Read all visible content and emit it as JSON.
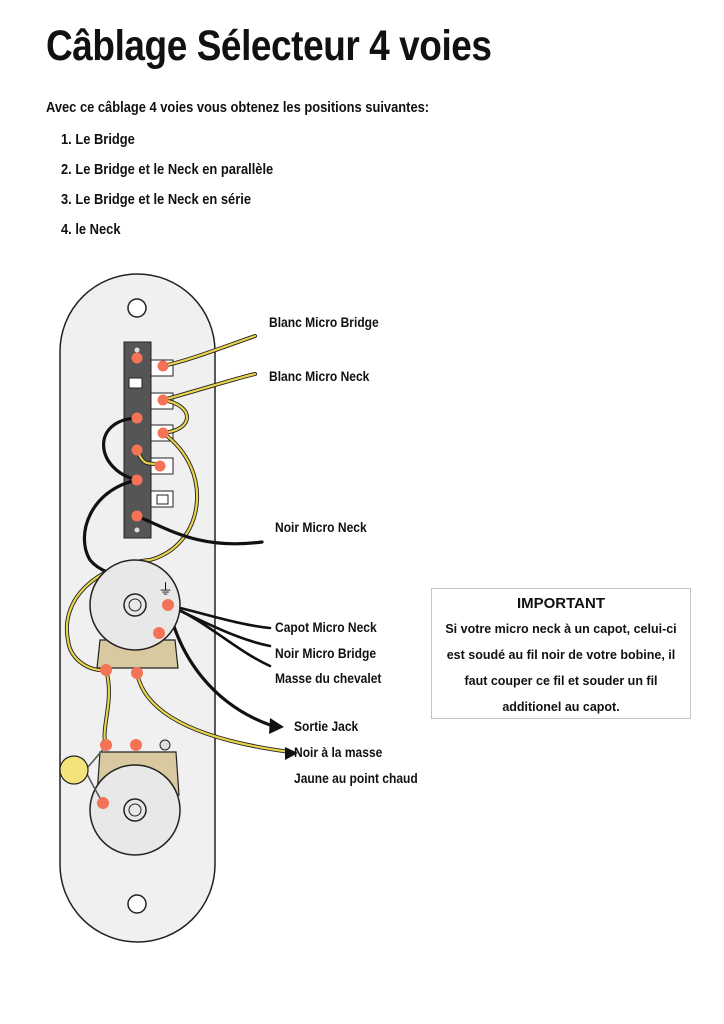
{
  "page": {
    "title": "Câblage Sélecteur 4 voies",
    "intro": "Avec ce câblage 4 voies vous obtenez les positions suivantes:",
    "positions": [
      "1. Le Bridge",
      "2. Le Bridge et le Neck en parallèle",
      "3. Le Bridge et le Neck en série",
      "4. le Neck"
    ]
  },
  "labels": {
    "blanc_micro_bridge": "Blanc Micro Bridge",
    "blanc_micro_neck": "Blanc Micro Neck",
    "noir_micro_neck": "Noir Micro Neck",
    "capot_micro_neck": "Capot Micro Neck",
    "noir_micro_bridge": "Noir Micro Bridge",
    "masse_du_chevalet": "Masse du chevalet",
    "sortie_jack": "Sortie Jack",
    "noir_a_la_masse": "Noir à la masse",
    "jaune_au_point_chaud": "Jaune au point chaud"
  },
  "important": {
    "title": "IMPORTANT",
    "body": "Si votre micro neck à un capot, celui-ci est soudé au fil noir de votre bobine, il faut couper ce fil et souder un fil additionel au capot."
  },
  "symbols": {
    "ground": "⏚"
  },
  "colors": {
    "solder": "#f47356",
    "wire_yellow": "#e8d44d",
    "wire_black": "#111111",
    "plate": "#f0f0f0",
    "pot_body": "#e8e8e8",
    "lug_tan": "#d9c9a0",
    "switch_body": "#555555",
    "capacitor": "#f4e27a"
  },
  "icons": {
    "selector_switch": "selector-switch-icon",
    "volume_pot": "volume-pot-icon",
    "tone_pot": "tone-pot-icon",
    "capacitor": "capacitor-icon"
  }
}
